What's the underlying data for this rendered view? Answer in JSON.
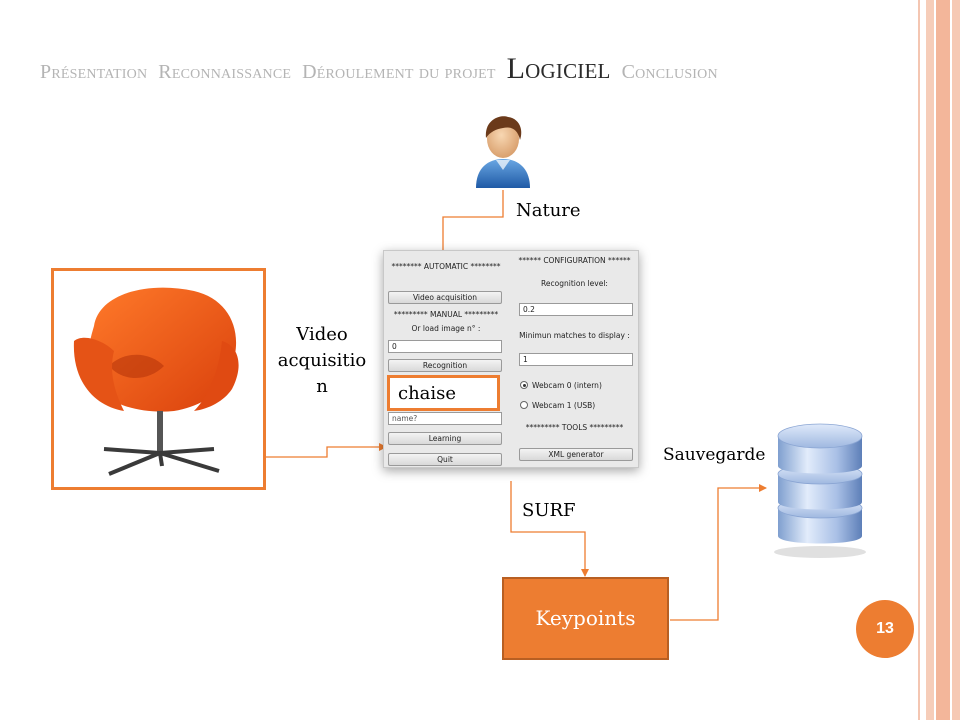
{
  "nav": {
    "items": [
      "Présentation",
      "Reconnaissance",
      "Déroulement du projet",
      "Logiciel",
      "Conclusion"
    ],
    "active_index": 3
  },
  "labels": {
    "nature": "Nature",
    "video_acquisition": [
      "Video",
      "acquisitio",
      "n"
    ],
    "surf": "SURF",
    "sauvegarde": "Sauvegarde",
    "chaise": "chaise",
    "keypoints": "Keypoints"
  },
  "app_window": {
    "automatic_header": "******** AUTOMATIC ********",
    "video_acquisition_button": "Video acquisition",
    "manual_header": "********* MANUAL *********",
    "load_image_label": "Or load image n° :",
    "load_image_value": "0",
    "recognition_button": "Recognition",
    "name_placeholder": "name?",
    "learning_button": "Learning",
    "quit_button": "Quit",
    "configuration_header": "****** CONFIGURATION ******",
    "recognition_level_label": "Recognition level:",
    "recognition_level_value": "0.2",
    "min_matches_label": "Minimun matches to display :",
    "min_matches_value": "1",
    "webcam0_label": "Webcam 0 (intern)",
    "webcam1_label": "Webcam 1 (USB)",
    "selected_webcam": 0,
    "tools_header": "********* TOOLS *********",
    "xml_generator_button": "XML generator"
  },
  "page_number": "13",
  "colors": {
    "accent": "#ed7d31",
    "nav_inactive": "#b4b4b4",
    "nav_active": "#2b2b2b"
  },
  "icons": [
    "user-icon",
    "chair-image",
    "database-icon"
  ]
}
